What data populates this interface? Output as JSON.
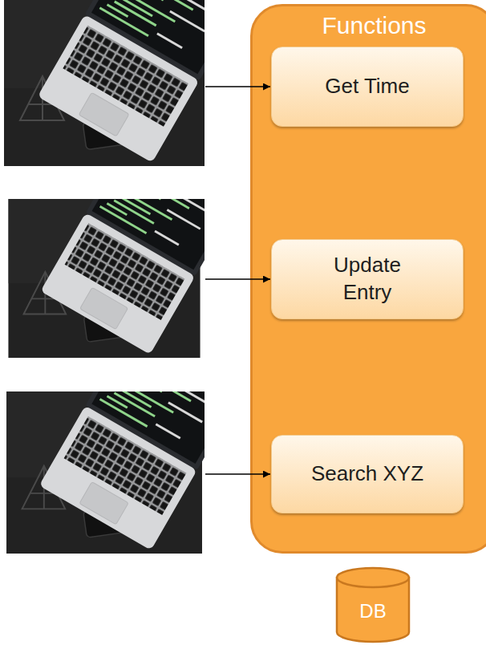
{
  "diagram": {
    "nodes": [
      {
        "text": [
          "Functions"
        ]
      },
      {
        "text": [
          "Get Time"
        ],
        "in": 0
      },
      {
        "text": [
          "Update Entry"
        ],
        "in": 0
      },
      {
        "text": [
          "Search XYZ"
        ],
        "in": 0
      },
      {
        "text": [
          "DB"
        ]
      }
    ]
  }
}
